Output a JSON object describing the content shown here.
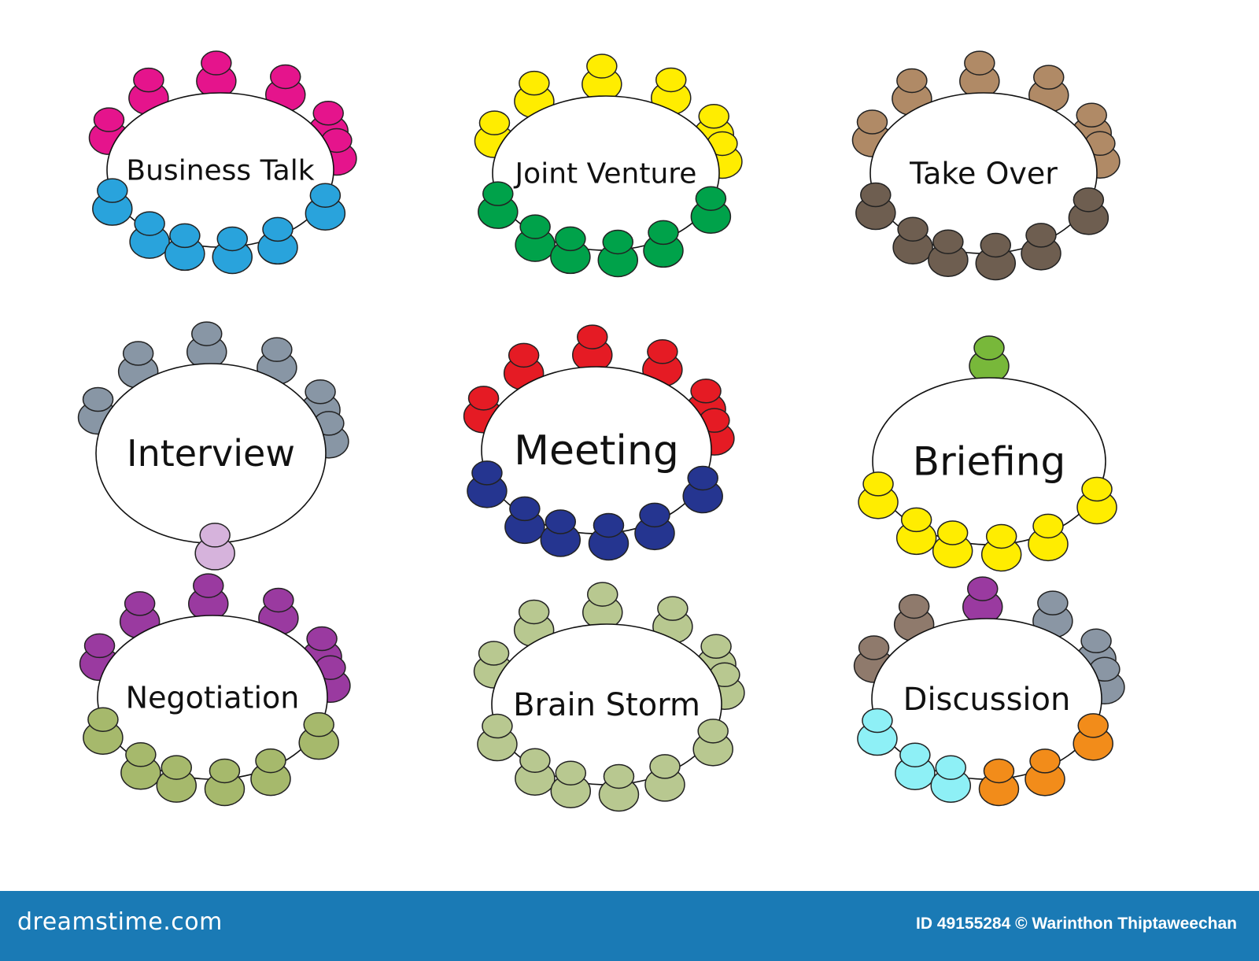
{
  "colors": {
    "magenta": "#e5148c",
    "sky": "#29a3dc",
    "yellow": "#ffed00",
    "green": "#00a24a",
    "tan": "#b08a66",
    "taupe": "#6e5e50",
    "slate": "#8896a5",
    "lavender": "#d6b3dc",
    "red": "#e51b24",
    "navy": "#253590",
    "lime": "#78b83a",
    "purple": "#9a3aa0",
    "olive": "#a6b96c",
    "sage": "#b8c890",
    "gray": "#8a96a4",
    "brown": "#8f7a6c",
    "cyan": "#8ef0f6",
    "orange": "#f28c1a",
    "footer_bg": "#1a7ab5"
  },
  "tables": [
    {
      "label": "Business Talk",
      "top": [
        "magenta",
        "magenta",
        "magenta",
        "magenta",
        "magenta",
        "magenta"
      ],
      "bottom": [
        "sky",
        "sky",
        "sky",
        "sky",
        "sky",
        "sky"
      ]
    },
    {
      "label": "Joint Venture",
      "top": [
        "yellow",
        "yellow",
        "yellow",
        "yellow",
        "yellow",
        "yellow"
      ],
      "bottom": [
        "green",
        "green",
        "green",
        "green",
        "green",
        "green"
      ]
    },
    {
      "label": "Take Over",
      "top": [
        "tan",
        "tan",
        "tan",
        "tan",
        "tan",
        "tan"
      ],
      "bottom": [
        "taupe",
        "taupe",
        "taupe",
        "taupe",
        "taupe",
        "taupe"
      ]
    },
    {
      "label": "Interview",
      "top": [
        "slate",
        "slate",
        "slate",
        "slate",
        "slate",
        "slate"
      ],
      "bottom": [
        "lavender"
      ]
    },
    {
      "label": "Meeting",
      "top": [
        "red",
        "red",
        "red",
        "red",
        "red",
        "red"
      ],
      "bottom": [
        "navy",
        "navy",
        "navy",
        "navy",
        "navy",
        "navy"
      ]
    },
    {
      "label": "Briefing",
      "top": [
        "lime"
      ],
      "bottom": [
        "yellow",
        "yellow",
        "yellow",
        "yellow",
        "yellow",
        "yellow"
      ]
    },
    {
      "label": "Negotiation",
      "top": [
        "purple",
        "purple",
        "purple",
        "purple",
        "purple",
        "purple"
      ],
      "bottom": [
        "olive",
        "olive",
        "olive",
        "olive",
        "olive",
        "olive"
      ]
    },
    {
      "label": "Brain Storm",
      "top": [
        "sage",
        "sage",
        "sage",
        "sage",
        "sage",
        "sage"
      ],
      "bottom": [
        "sage",
        "sage",
        "sage",
        "sage",
        "sage",
        "sage"
      ]
    },
    {
      "label": "Discussion",
      "top": [
        "brown",
        "brown",
        "purple",
        "gray",
        "gray",
        "gray"
      ],
      "bottom": [
        "cyan",
        "cyan",
        "cyan",
        "orange",
        "orange",
        "orange"
      ]
    }
  ],
  "footer": {
    "brand": "dreamstime.com",
    "credit": "ID 49155284 © Warinthon Thiptaweechan"
  }
}
